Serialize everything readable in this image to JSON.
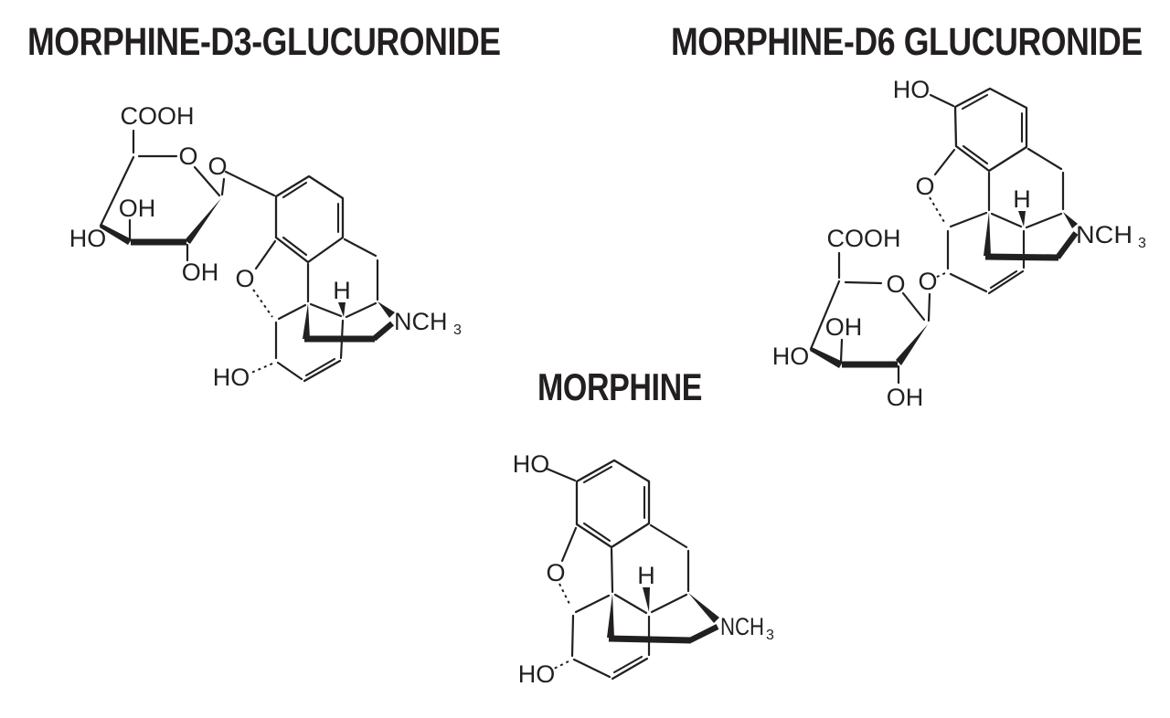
{
  "page": {
    "background": "#ffffff",
    "ink_color": "#221f20"
  },
  "molecules": {
    "morphine_d3_glucuronide": {
      "title": "MORPHINE-D3-GLUCURONIDE",
      "glucuronide_labels": {
        "carboxyl": "COOH",
        "ring_oxygen": "O",
        "glycosidic_oxygen": "O",
        "hydroxyl_top": "OH",
        "hydroxyl_left": "HO",
        "hydroxyl_bottom": "OH"
      },
      "morphine_labels": {
        "furan_oxygen": "O",
        "stereo_hydrogen": "H",
        "n_methyl": "NCH",
        "n_methyl_subscript": "3",
        "hydroxyl_bottom": "HO"
      }
    },
    "morphine_d6_glucuronide": {
      "title": "MORPHINE-D6 GLUCURONIDE",
      "morphine_labels": {
        "hydroxyl_top": "HO",
        "furan_oxygen": "O",
        "stereo_hydrogen": "H",
        "n_methyl": "NCH",
        "n_methyl_subscript": "3"
      },
      "glucuronide_labels": {
        "carboxyl": "COOH",
        "ring_oxygen": "O",
        "glycosidic_oxygen": "O",
        "hydroxyl_top": "OH",
        "hydroxyl_left": "HO",
        "hydroxyl_bottom": "OH"
      }
    },
    "morphine": {
      "title": "MORPHINE",
      "labels": {
        "hydroxyl_top": "HO",
        "furan_oxygen": "O",
        "stereo_hydrogen": "H",
        "n_methyl": "NCH",
        "n_methyl_subscript": "3",
        "hydroxyl_bottom": "HO"
      }
    }
  }
}
